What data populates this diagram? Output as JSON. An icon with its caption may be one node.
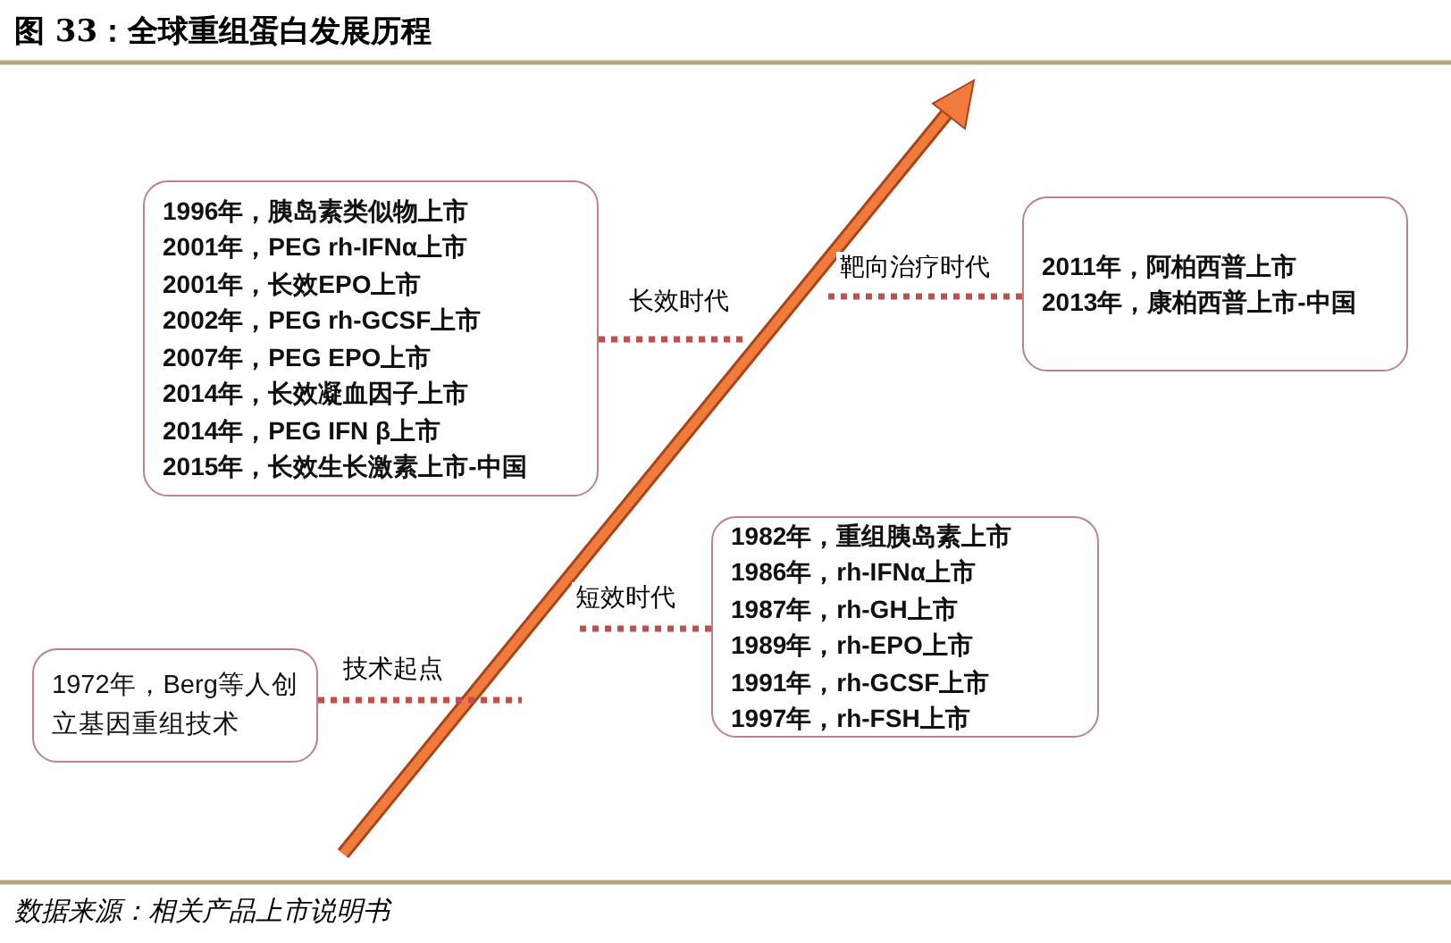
{
  "diagram": {
    "title": "图 33：全球重组蛋白发展历程",
    "caption": "数据来源：相关产品上市说明书",
    "nodes": [
      {
        "text": [
          "1972年，Berg等人创立基因重组技术"
        ]
      },
      {
        "text": [
          "1982年，重组胰岛素上市",
          "1986年，rh-IFNα上市",
          "1987年，rh-GH上市",
          "1989年，rh-EPO上市",
          "1991年，rh-GCSF上市",
          "1997年，rh-FSH上市"
        ]
      },
      {
        "text": [
          "1996年，胰岛素类似物上市",
          "2001年，PEG rh-IFNα上市",
          "2001年，长效EPO上市",
          "2002年，PEG rh-GCSF上市",
          "2007年，PEG EPO上市",
          "2014年，长效凝血因子上市",
          "2014年，PEG IFN β上市",
          "2015年，长效生长激素上市-中国"
        ]
      },
      {
        "text": [
          "2011年，阿柏西普上市",
          "2013年，康柏西普上市-中国"
        ]
      }
    ],
    "edges": [
      {
        "from": 0,
        "to": null,
        "arrow": "none",
        "label": "技术起点",
        "style": "dashed"
      },
      {
        "from": 1,
        "to": null,
        "arrow": "none",
        "label": "短效时代",
        "style": "dashed"
      },
      {
        "from": 2,
        "to": null,
        "arrow": "none",
        "label": "长效时代",
        "style": "dashed"
      },
      {
        "from": 3,
        "to": null,
        "arrow": "none",
        "label": "靶向治疗时代",
        "style": "dashed"
      }
    ]
  }
}
